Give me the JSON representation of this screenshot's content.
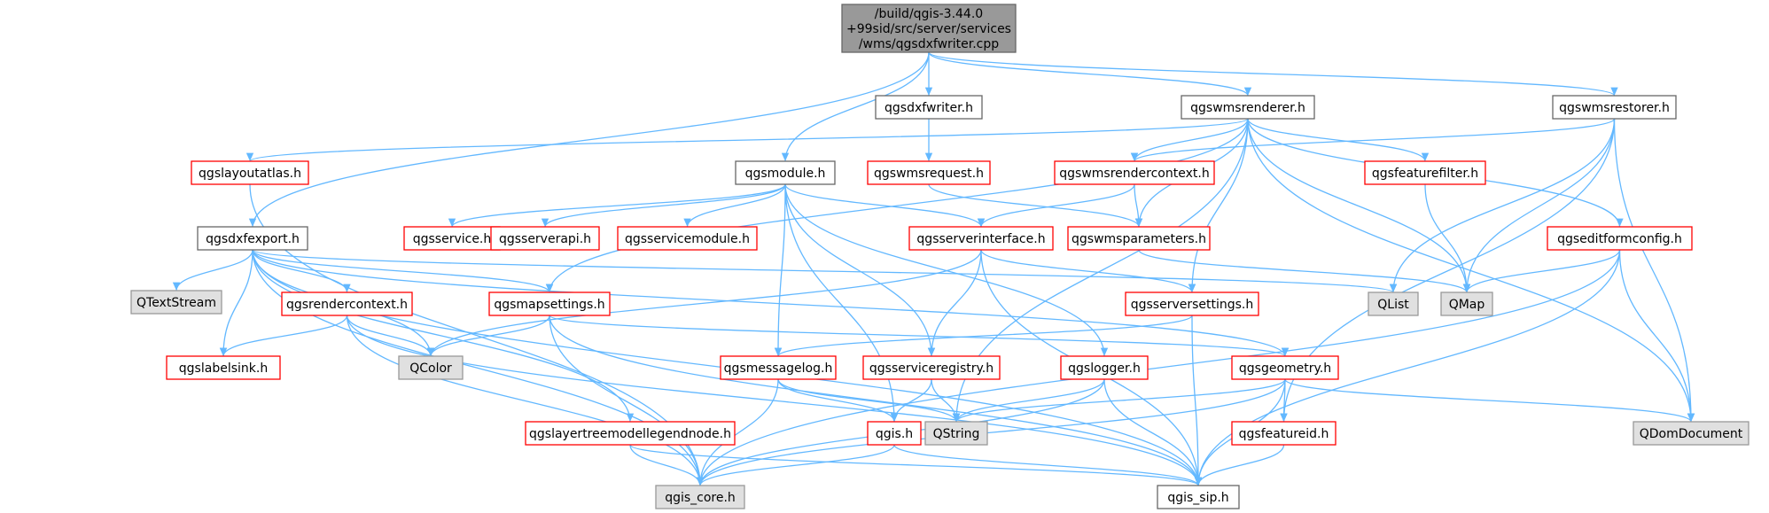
{
  "graph": {
    "colors": {
      "edge": "#63b8ff",
      "root_fill": "#999999",
      "internal_border": "#ff0000",
      "documented_border": "#666666",
      "external_fill": "#e0e0e0",
      "external_border": "#999999"
    },
    "nodes": {
      "root": {
        "lines": [
          "/build/qgis-3.44.0",
          "+99sid/src/server/services",
          "/wms/qgsdxfwriter.cpp"
        ],
        "kind": "root"
      },
      "qgsdxfwriter_h": {
        "lines": [
          "qgsdxfwriter.h"
        ],
        "kind": "documented"
      },
      "qgswmsrenderer_h": {
        "lines": [
          "qgswmsrenderer.h"
        ],
        "kind": "documented"
      },
      "qgswmsrestorer_h": {
        "lines": [
          "qgswmsrestorer.h"
        ],
        "kind": "documented"
      },
      "qgslayoutatlas_h": {
        "lines": [
          "qgslayoutatlas.h"
        ],
        "kind": "internal"
      },
      "qgsmodule_h": {
        "lines": [
          "qgsmodule.h"
        ],
        "kind": "documented"
      },
      "qgswmsrequest_h": {
        "lines": [
          "qgswmsrequest.h"
        ],
        "kind": "internal"
      },
      "qgswmsrendercontext_h": {
        "lines": [
          "qgswmsrendercontext.h"
        ],
        "kind": "internal"
      },
      "qgsfeaturefilter_h": {
        "lines": [
          "qgsfeaturefilter.h"
        ],
        "kind": "internal"
      },
      "qgsdxfexport_h": {
        "lines": [
          "qgsdxfexport.h"
        ],
        "kind": "documented"
      },
      "qgsservice_h": {
        "lines": [
          "qgsservice.h"
        ],
        "kind": "internal"
      },
      "qgsserverapi_h": {
        "lines": [
          "qgsserverapi.h"
        ],
        "kind": "internal"
      },
      "qgsservicemodule_h": {
        "lines": [
          "qgsservicemodule.h"
        ],
        "kind": "internal"
      },
      "qgsserverinterface_h": {
        "lines": [
          "qgsserverinterface.h"
        ],
        "kind": "internal"
      },
      "qgswmsparameters_h": {
        "lines": [
          "qgswmsparameters.h"
        ],
        "kind": "internal"
      },
      "qgseditformconfig_h": {
        "lines": [
          "qgseditformconfig.h"
        ],
        "kind": "internal"
      },
      "QTextStream": {
        "lines": [
          "QTextStream"
        ],
        "kind": "external"
      },
      "qgsrendercontext_h": {
        "lines": [
          "qgsrendercontext.h"
        ],
        "kind": "internal"
      },
      "qgsmapsettings_h": {
        "lines": [
          "qgsmapsettings.h"
        ],
        "kind": "internal"
      },
      "qgsserversettings_h": {
        "lines": [
          "qgsserversettings.h"
        ],
        "kind": "internal"
      },
      "QList": {
        "lines": [
          "QList"
        ],
        "kind": "external"
      },
      "QMap": {
        "lines": [
          "QMap"
        ],
        "kind": "external"
      },
      "qgslabelsink_h": {
        "lines": [
          "qgslabelsink.h"
        ],
        "kind": "internal"
      },
      "QColor": {
        "lines": [
          "QColor"
        ],
        "kind": "external"
      },
      "qgsmessagelog_h": {
        "lines": [
          "qgsmessagelog.h"
        ],
        "kind": "internal"
      },
      "qgsserviceregistry_h": {
        "lines": [
          "qgsserviceregistry.h"
        ],
        "kind": "internal"
      },
      "qgslogger_h": {
        "lines": [
          "qgslogger.h"
        ],
        "kind": "internal"
      },
      "qgsgeometry_h": {
        "lines": [
          "qgsgeometry.h"
        ],
        "kind": "internal"
      },
      "qgslayertreemodellegendnode_h": {
        "lines": [
          "qgslayertreemodellegendnode.h"
        ],
        "kind": "internal"
      },
      "qgis_h": {
        "lines": [
          "qgis.h"
        ],
        "kind": "internal"
      },
      "QString": {
        "lines": [
          "QString"
        ],
        "kind": "external"
      },
      "qgsfeatureid_h": {
        "lines": [
          "qgsfeatureid.h"
        ],
        "kind": "internal"
      },
      "QDomDocument": {
        "lines": [
          "QDomDocument"
        ],
        "kind": "external"
      },
      "qgis_core_h": {
        "lines": [
          "qgis_core.h"
        ],
        "kind": "external"
      },
      "qgis_sip_h": {
        "lines": [
          "qgis_sip.h"
        ],
        "kind": "documented"
      }
    },
    "edges": [
      [
        "root",
        "qgsdxfwriter_h"
      ],
      [
        "root",
        "qgswmsrenderer_h"
      ],
      [
        "root",
        "qgswmsrestorer_h"
      ],
      [
        "root",
        "qgsmodule_h"
      ],
      [
        "root",
        "qgsdxfexport_h"
      ],
      [
        "qgsdxfwriter_h",
        "qgswmsrequest_h"
      ],
      [
        "qgswmsrequest_h",
        "qgswmsparameters_h"
      ],
      [
        "qgswmsrenderer_h",
        "qgslayoutatlas_h"
      ],
      [
        "qgswmsrenderer_h",
        "qgswmsrendercontext_h"
      ],
      [
        "qgswmsrenderer_h",
        "qgsfeaturefilter_h"
      ],
      [
        "qgswmsrenderer_h",
        "qgseditformconfig_h"
      ],
      [
        "qgswmsrenderer_h",
        "qgswmsparameters_h"
      ],
      [
        "qgswmsrenderer_h",
        "qgsserversettings_h"
      ],
      [
        "qgswmsrenderer_h",
        "QMap"
      ],
      [
        "qgswmsrenderer_h",
        "QDomDocument"
      ],
      [
        "qgswmsrenderer_h",
        "QString"
      ],
      [
        "qgswmsrenderer_h",
        "qgsmapsettings_h"
      ],
      [
        "qgswmsrestorer_h",
        "qgswmsrendercontext_h"
      ],
      [
        "qgswmsrestorer_h",
        "QList"
      ],
      [
        "qgswmsrestorer_h",
        "QMap"
      ],
      [
        "qgswmsrestorer_h",
        "QDomDocument"
      ],
      [
        "qgswmsrestorer_h",
        "qgsfeatureid_h"
      ],
      [
        "qgslayoutatlas_h",
        "qgis_core_h"
      ],
      [
        "qgsmodule_h",
        "qgsservice_h"
      ],
      [
        "qgsmodule_h",
        "qgsserverapi_h"
      ],
      [
        "qgsmodule_h",
        "qgsservicemodule_h"
      ],
      [
        "qgsmodule_h",
        "qgsserverinterface_h"
      ],
      [
        "qgsmodule_h",
        "qgsmessagelog_h"
      ],
      [
        "qgsmodule_h",
        "qgsserviceregistry_h"
      ],
      [
        "qgsmodule_h",
        "qgslogger_h"
      ],
      [
        "qgsmodule_h",
        "qgis_h"
      ],
      [
        "qgswmsrendercontext_h",
        "qgsserverinterface_h"
      ],
      [
        "qgswmsrendercontext_h",
        "qgswmsparameters_h"
      ],
      [
        "qgsfeaturefilter_h",
        "QMap"
      ],
      [
        "qgsdxfexport_h",
        "QTextStream"
      ],
      [
        "qgsdxfexport_h",
        "qgsrendercontext_h"
      ],
      [
        "qgsdxfexport_h",
        "qgslabelsink_h"
      ],
      [
        "qgsdxfexport_h",
        "QColor"
      ],
      [
        "qgsdxfexport_h",
        "qgsmapsettings_h"
      ],
      [
        "qgsdxfexport_h",
        "QList"
      ],
      [
        "qgsdxfexport_h",
        "qgsgeometry_h"
      ],
      [
        "qgsdxfexport_h",
        "qgslayertreemodellegendnode_h"
      ],
      [
        "qgsdxfexport_h",
        "qgis_core_h"
      ],
      [
        "qgsdxfexport_h",
        "qgis_sip_h"
      ],
      [
        "qgsserverinterface_h",
        "qgsserverregistry_placeholder"
      ],
      [
        "qgsserverinterface_h",
        "qgsserviceregistry_h"
      ],
      [
        "qgsserverinterface_h",
        "qgsserversettings_h"
      ],
      [
        "qgsserverinterface_h",
        "qgis_sip_h"
      ],
      [
        "qgsserverinterface_h",
        "QColor"
      ],
      [
        "qgswmsparameters_h",
        "QMap"
      ],
      [
        "qgseditformconfig_h",
        "QMap"
      ],
      [
        "qgseditformconfig_h",
        "QDomDocument"
      ],
      [
        "qgseditformconfig_h",
        "qgis_core_h"
      ],
      [
        "qgseditformconfig_h",
        "qgis_sip_h"
      ],
      [
        "qgsrendercontext_h",
        "qgslabelsink_h"
      ],
      [
        "qgsrendercontext_h",
        "QColor"
      ],
      [
        "qgsrendercontext_h",
        "qgis_core_h"
      ],
      [
        "qgsrendercontext_h",
        "qgis_sip_h"
      ],
      [
        "qgsmapsettings_h",
        "QColor"
      ],
      [
        "qgsmapsettings_h",
        "qgsgeometry_h"
      ],
      [
        "qgsmapsettings_h",
        "qgis_core_h"
      ],
      [
        "qgsmapsettings_h",
        "qgis_sip_h"
      ],
      [
        "qgsserversettings_h",
        "qgsmessagelog_h"
      ],
      [
        "qgsserversettings_h",
        "qgis_sip_h"
      ],
      [
        "qgsmessagelog_h",
        "QString"
      ],
      [
        "qgsmessagelog_h",
        "qgis_h"
      ],
      [
        "qgsmessagelog_h",
        "qgis_core_h"
      ],
      [
        "qgsserviceregistry_h",
        "QString"
      ],
      [
        "qgsserviceregistry_h",
        "qgis_h"
      ],
      [
        "qgslogger_h",
        "QString"
      ],
      [
        "qgslogger_h",
        "qgis_core_h"
      ],
      [
        "qgslogger_h",
        "qgis_sip_h"
      ],
      [
        "qgsgeometry_h",
        "QString"
      ],
      [
        "qgsgeometry_h",
        "QDomDocument"
      ],
      [
        "qgsgeometry_h",
        "qgsfeatureid_h"
      ],
      [
        "qgsgeometry_h",
        "qgis_core_h"
      ],
      [
        "qgsgeometry_h",
        "qgis_sip_h"
      ],
      [
        "qgslayertreemodellegendnode_h",
        "qgis_core_h"
      ],
      [
        "qgslayertreemodellegendnode_h",
        "qgis_sip_h"
      ],
      [
        "qgis_h",
        "qgis_core_h"
      ],
      [
        "qgis_h",
        "qgis_sip_h"
      ],
      [
        "qgsfeatureid_h",
        "qgis_sip_h"
      ]
    ]
  }
}
